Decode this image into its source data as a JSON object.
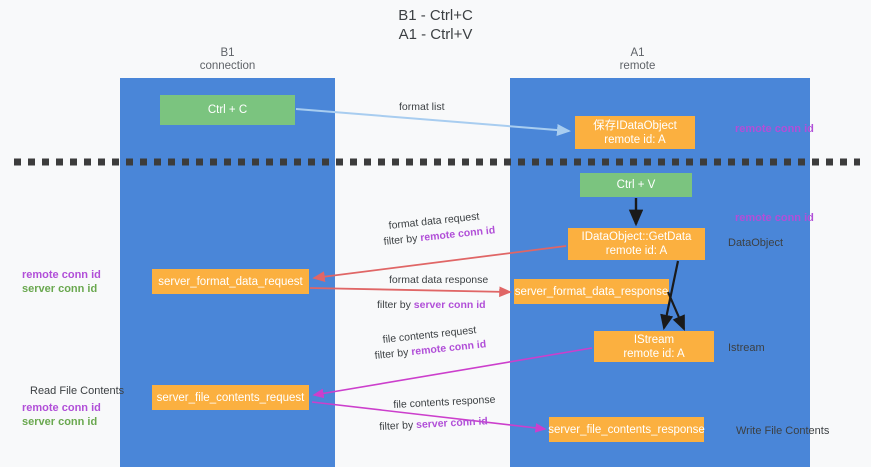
{
  "title": {
    "line1": "B1 - Ctrl+C",
    "line2": "A1 - Ctrl+V"
  },
  "columns": [
    {
      "name": "B1",
      "sub": "connection"
    },
    {
      "name": "A1",
      "sub": "remote"
    }
  ],
  "colors": {
    "column": "#4a86d8",
    "green_box": "#7bc47f",
    "orange_box": "#fbb040",
    "remote_conn_id": "#b14fd8",
    "server_conn_id": "#6aa84f",
    "arrow_blue": "#a8cdf0",
    "arrow_red": "#e06666",
    "arrow_magenta": "#cc3fcc",
    "arrow_black": "#1a1a1a",
    "dashed_line": "#3c3c3c",
    "background": "#f8f9fa",
    "text": "#3c4043"
  },
  "boxes": {
    "ctrl_c": {
      "label": "Ctrl + C"
    },
    "save_idataobject": {
      "line1": "保存IDataObject",
      "line2": "remote id: A"
    },
    "ctrl_v": {
      "label": "Ctrl + V"
    },
    "getdata": {
      "line1": "IDataObject::GetData",
      "line2": "remote id: A"
    },
    "server_format_data_request": {
      "label": "server_format_data_request"
    },
    "server_format_data_response": {
      "label": "server_format_data_response"
    },
    "istream": {
      "line1": "IStream",
      "line2": "remote id: A"
    },
    "server_file_contents_request": {
      "label": "server_file_contents_request"
    },
    "server_file_contents_response": {
      "label": "server_file_contents_response"
    }
  },
  "edge_labels": {
    "format_list": "format list",
    "format_data_request": "format data request",
    "filter_by_remote_1": "filter by ",
    "remote_conn_id": "remote conn id",
    "format_data_response": "format data response",
    "filter_by_server_1": "filter by ",
    "server_conn_id": "server conn id",
    "file_contents_request": "file contents request",
    "file_contents_response": "file contents response"
  },
  "annotations": {
    "right": [
      {
        "text": "remote conn id",
        "kind": "remote"
      },
      {
        "text": "remote conn id",
        "kind": "remote"
      },
      {
        "text": "DataObject",
        "kind": "plain"
      },
      {
        "text": "Istream",
        "kind": "plain"
      },
      {
        "text": "Write File Contents",
        "kind": "plain"
      }
    ],
    "left": {
      "remote_conn_id": "remote conn id",
      "server_conn_id": "server conn id",
      "read_file_contents": "Read File Contents"
    }
  }
}
